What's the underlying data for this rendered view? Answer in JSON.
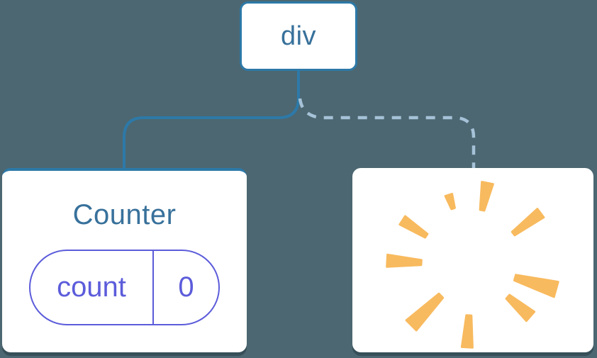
{
  "colors": {
    "background": "#4c6771",
    "card_background": "#ffffff",
    "blue_accent": "#2d79a8",
    "node_text_blue": "#38719b",
    "dashed_connector": "#a6c2d8",
    "state_accent": "#5c5cdb",
    "burst_orange": "#f8ba5e",
    "card_shadow": "rgba(13,35,47,0.35)"
  },
  "diagram": {
    "root_node": {
      "label": "div"
    },
    "connectors": {
      "left": {
        "style": "solid"
      },
      "right": {
        "style": "dashed"
      }
    },
    "counter_card": {
      "title": "Counter",
      "state_pill": {
        "key": "count",
        "value": "0"
      }
    },
    "removed_card": {
      "icon": "poof-burst-icon"
    }
  }
}
